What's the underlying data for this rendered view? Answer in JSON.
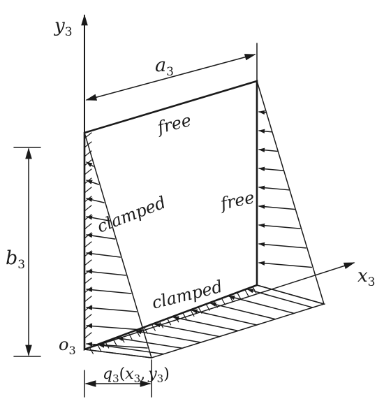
{
  "axes": {
    "y": {
      "main": "y",
      "sub": "3"
    },
    "x": {
      "main": "x",
      "sub": "3"
    },
    "origin": {
      "main": "o",
      "sub": "3"
    }
  },
  "dimensions": {
    "width": {
      "main": "a",
      "sub": "3"
    },
    "height": {
      "main": "b",
      "sub": "3"
    }
  },
  "edges": {
    "top": "free",
    "right": "free",
    "left": "clamped",
    "bottom": "clamped"
  },
  "load": {
    "main": "q",
    "sub": "3",
    "args_open": "(",
    "arg1_main": "x",
    "arg1_sub": "3",
    "comma": ",",
    "arg2_main": "y",
    "arg2_sub": "3",
    "args_close": ")"
  },
  "colors": {
    "line": "#1a1a1a",
    "background": "#ffffff"
  }
}
